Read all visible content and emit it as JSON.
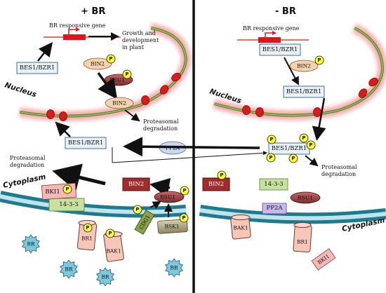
{
  "titles": {
    "left": "+ BR",
    "right": "- BR"
  },
  "regions": {
    "nucleus": "Nucleus",
    "cytoplasm": "Cytoplasm"
  },
  "text": {
    "br_responsive_gene": "BR responsive gene",
    "growth": [
      "Growth and",
      "development",
      "in plant"
    ],
    "proteasomal": [
      "Proteasomal",
      "degradation"
    ]
  },
  "proteins": {
    "bes1_bzr1": "BES1/BZR1",
    "bin2": "BIN2",
    "bsu1": "BSU1",
    "pp2a": "PP2A",
    "bki1": "BKI1",
    "p14_3_3": "14-3-3",
    "br1": "BR1",
    "bak1": "BAK1",
    "bsk1": "BSK1",
    "cdg1": "CDG1",
    "br": "BR",
    "p": "P"
  },
  "colors": {
    "nucleus_membrane": "#6b8a2e",
    "nucleus_glow": "#f2a6a6",
    "cell_membrane": "#1e7a8c",
    "gene_arrow": "#e0141c",
    "pore": "#d81b1b",
    "phospho": "#ffff33",
    "bin2_box": "#a32b2b",
    "bsu1": "#a84a4a",
    "p14_3_3": "#c8e0a0",
    "pp2a": "#c9b8ec",
    "br_star": "#7cc8dc",
    "receptor": "#f8c6b8"
  }
}
